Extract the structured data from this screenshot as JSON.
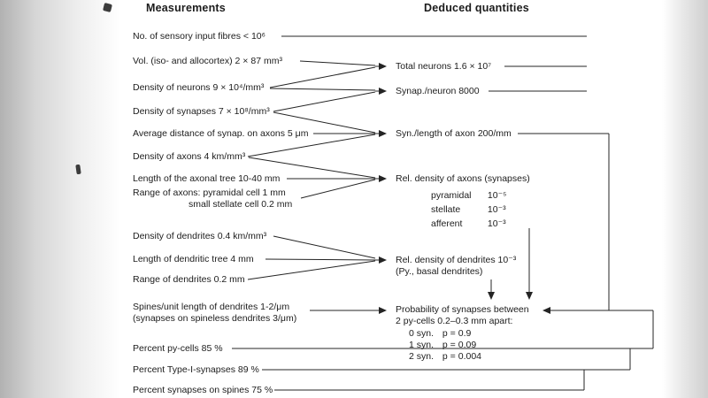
{
  "colors": {
    "ink": "#1c1c1c",
    "line": "#242424",
    "page_edge": "#cfcfcf"
  },
  "headers": {
    "measurements": "Measurements",
    "deduced": "Deduced quantities"
  },
  "measurements": [
    {
      "label": "No. of sensory input fibres < 10⁶"
    },
    {
      "label": "Vol. (iso- and allocortex) 2 × 87 mm³"
    },
    {
      "label": "Density of neurons 9 × 10⁴/mm³"
    },
    {
      "label": "Density of synapses 7 × 10⁸/mm³"
    },
    {
      "label": "Average distance of synap. on axons 5 μm"
    },
    {
      "label": "Density of axons 4 km/mm³"
    },
    {
      "label": "Length of the axonal tree 10-40 mm"
    },
    {
      "label": "Range of axons: pyramidal cell 1 mm",
      "label2": "small stellate cell 0.2 mm"
    },
    {
      "label": "Density of dendrites 0.4 km/mm³"
    },
    {
      "label": "Length of dendritic tree 4 mm"
    },
    {
      "label": "Range of dendrites 0.2 mm"
    },
    {
      "label": "Spines/unit length of dendrites 1-2/μm",
      "label2": "(synapses on spineless dendrites 3/μm)"
    },
    {
      "label": "Percent py-cells 85 %"
    },
    {
      "label": "Percent Type-I-synapses 89 %"
    },
    {
      "label": "Percent synapses on spines 75 %"
    }
  ],
  "deduced": {
    "total_neurons": "Total neurons 1.6 × 10⁷",
    "synap_per_neuron": "Synap./neuron  8000",
    "syn_per_length": "Syn./length of axon  200/mm",
    "rel_density_axons": "Rel. density of axons (synapses)",
    "axon_types": [
      {
        "name": "pyramidal",
        "value": "10⁻⁵"
      },
      {
        "name": "stellate",
        "value": "10⁻³"
      },
      {
        "name": "afferent",
        "value": "10⁻³"
      }
    ],
    "rel_density_dendrites": "Rel. density of dendrites 10⁻³",
    "rel_density_dendrites_note": "(Py., basal dendrites)",
    "probability_line1": "Probability of synapses between",
    "probability_line2": "2 py-cells 0.2–0.3 mm apart:",
    "probabilities": [
      {
        "name": "0 syn.",
        "value": "p = 0.9"
      },
      {
        "name": "1 syn.",
        "value": "p = 0.09"
      },
      {
        "name": "2 syn.",
        "value": "p = 0.004"
      }
    ]
  }
}
